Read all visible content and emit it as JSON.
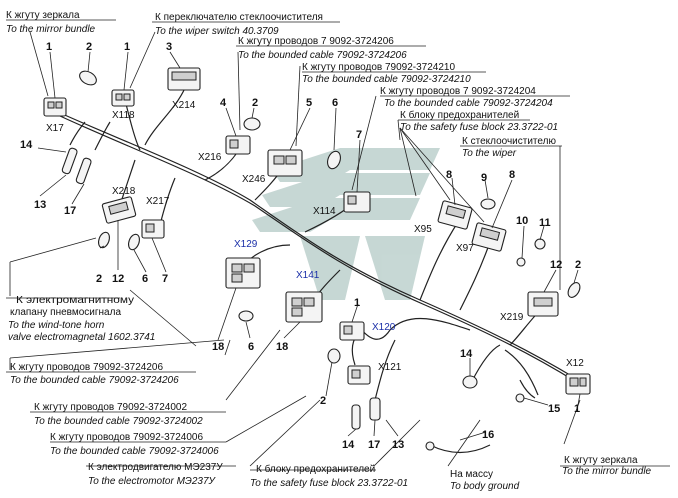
{
  "callouts": [
    {
      "id": "mirror-top",
      "ru": "К жгуту зеркала",
      "en": "To the mirror bundle"
    },
    {
      "id": "wiper-switch",
      "ru": "К переключателю стеклоочистителя",
      "en": "To the wiper switch 40.3709"
    },
    {
      "id": "cable-206-top",
      "ru": "К жгуту проводов 7 9092-3724206",
      "en": "To the bounded cable 79092-3724206"
    },
    {
      "id": "cable-210",
      "ru": "К жгуту проводов 79092-3724210",
      "en": "To the bounded cable 79092-3724210"
    },
    {
      "id": "cable-204",
      "ru": "К жгуту проводов 7 9092-3724204",
      "en": "To the bounded cable 79092-3724204"
    },
    {
      "id": "fuse-top",
      "ru": "К блоку предохранителей",
      "en": "To the safety fuse block 23.3722-01"
    },
    {
      "id": "wiper",
      "ru": "К стеклоочистителю",
      "en": "To the wiper"
    },
    {
      "id": "horn-valve",
      "ru": "К электромагнитному клапану пневмосигнала",
      "en": "To the wind-tone horn valve electromagnetal 1602.3741"
    },
    {
      "id": "cable-206-left",
      "ru": "К жгуту проводов 79092-3724206",
      "en": "To the bounded cable 79092-3724206"
    },
    {
      "id": "cable-002",
      "ru": "К жгуту проводов 79092-3724002",
      "en": "To the bounded cable 79092-3724002"
    },
    {
      "id": "cable-006",
      "ru": "К жгуту проводов 79092-3724006",
      "en": "To the bounded cable 79092-3724006"
    },
    {
      "id": "motor",
      "ru": "К электродвигателю МЭ237У",
      "en": "To the electromotor МЭ237У"
    },
    {
      "id": "fuse-bottom",
      "ru": "К блоку предохранителей",
      "en": "To the safety fuse block 23.3722-01"
    },
    {
      "id": "ground",
      "ru": "На массу",
      "en": "To body ground"
    },
    {
      "id": "mirror-bottom",
      "ru": "К жгуту зеркала",
      "en": "To the mirror bundle"
    }
  ],
  "connectors": [
    "X17",
    "X118",
    "X214",
    "X216",
    "X246",
    "X114",
    "X95",
    "X97",
    "X218",
    "X217",
    "X129",
    "X141",
    "X120",
    "X121",
    "X219",
    "X12"
  ],
  "numbers": [
    "1",
    "2",
    "1",
    "3",
    "4",
    "2",
    "5",
    "6",
    "7",
    "14",
    "13",
    "17",
    "8",
    "9",
    "8",
    "10",
    "11",
    "12",
    "2",
    "2",
    "12",
    "6",
    "7",
    "18",
    "6",
    "18",
    "1",
    "14",
    "2",
    "15",
    "1",
    "16",
    "14",
    "17",
    "13"
  ],
  "colors": {
    "line": "#222222",
    "blue_label": "#1a2fa8",
    "watermark": "#5f8f86"
  }
}
